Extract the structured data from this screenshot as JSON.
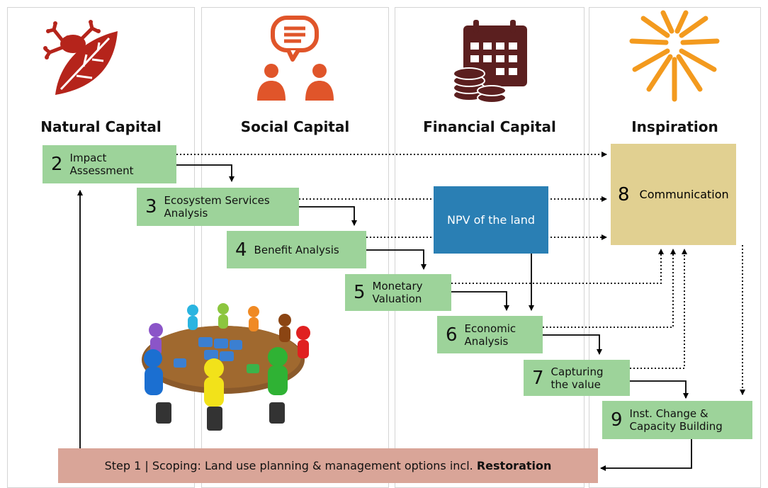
{
  "columns": [
    {
      "title": "Natural Capital",
      "icon": "frog-leaf-icon"
    },
    {
      "title": "Social Capital",
      "icon": "people-speech-icon"
    },
    {
      "title": "Financial Capital",
      "icon": "calendar-coins-icon"
    },
    {
      "title": "Inspiration",
      "icon": "sunburst-heart-icon"
    }
  ],
  "steps": [
    {
      "num": "2",
      "label": "Impact Assessment"
    },
    {
      "num": "3",
      "label": "Ecosystem Services Analysis"
    },
    {
      "num": "4",
      "label": "Benefit Analysis"
    },
    {
      "num": "5",
      "label": "Monetary Valuation"
    },
    {
      "num": "6",
      "label": "Economic Analysis"
    },
    {
      "num": "7",
      "label": "Capturing the value"
    },
    {
      "num": "9",
      "label": "Inst. Change & Capacity Building"
    }
  ],
  "npv": "NPV of the land",
  "communication": {
    "num": "8",
    "label": "Communication"
  },
  "scoping": {
    "prefix": "Step 1 | Scoping: Land use planning & management options incl. ",
    "bold": "Restoration"
  },
  "illustration": "round-table-meeting-illustration",
  "colors": {
    "step": "#9dd39a",
    "npv": "#2a7fb4",
    "communication": "#e1d091",
    "scoping": "#d9a598",
    "icon_red": "#b5241b",
    "icon_orange": "#e0552a",
    "icon_dark": "#5b1f1f",
    "icon_sun": "#f39a1e"
  }
}
